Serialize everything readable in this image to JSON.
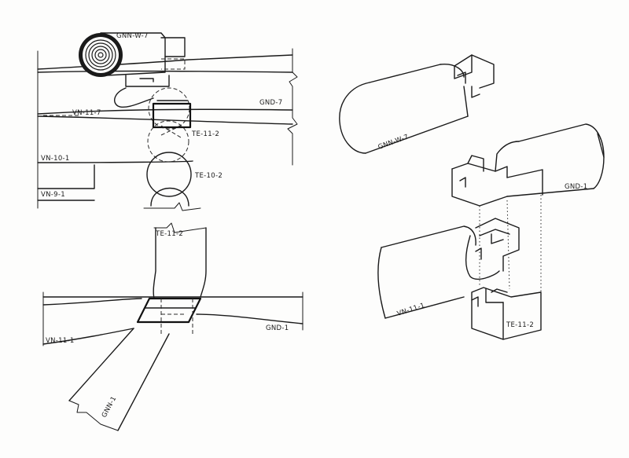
{
  "labels": {
    "tl_gnn_w_7": "GNN-W-7",
    "tl_gnd_7": "GND-7",
    "tl_vn_11_7": "VN-11-7",
    "tl_te_11_2": "TE-11-2",
    "tl_vn_10_1": "VN-10-1",
    "tl_te_10_2": "TE-10-2",
    "tl_vn_9_1": "VN-9-1",
    "bl_te_11_2": "TE-11-2",
    "bl_gnd_1": "GND-1",
    "bl_vn_11_1": "VN-11-1",
    "bl_gnn_1": "GNN-1",
    "iso_gnn_w_7": "GNN-W-7",
    "iso_gnd_1": "GND-1",
    "iso_vn_11_1": "VN-11-1",
    "iso_te_11_2": "TE-11-2"
  },
  "colors": {
    "ink": "#1a1a1a",
    "paper": "#fdfdfc"
  }
}
